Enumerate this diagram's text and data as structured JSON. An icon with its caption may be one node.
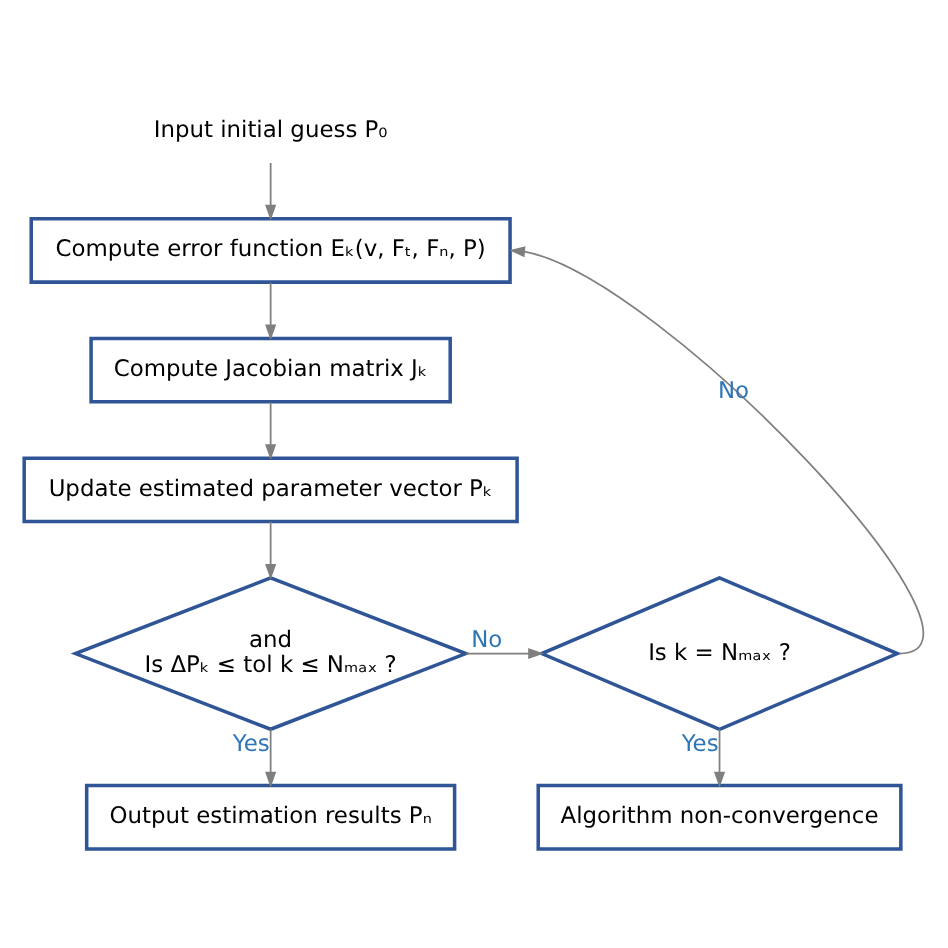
{
  "diagram": {
    "nodes": [
      {
        "text": [
          "Input initial guess P₀"
        ]
      },
      {
        "text": [
          "Compute error function Eₖ(v, Fₜ, Fₙ, P)"
        ]
      },
      {
        "text": [
          "Compute Jacobian matrix Jₖ"
        ]
      },
      {
        "text": [
          "Update estimated parameter vector Pₖ"
        ]
      },
      {
        "text": [
          "and",
          "Is ΔPₖ ≤ tol k ≤ Nₘₐₓ ?"
        ]
      },
      {
        "text": [
          "Is k = Nₘₐₓ ?"
        ]
      },
      {
        "text": [
          "Output estimation results Pₙ"
        ]
      },
      {
        "text": [
          "Algorithm non-convergence"
        ]
      }
    ],
    "edges": [
      {
        "from": 0,
        "to": 1,
        "arrow": "to"
      },
      {
        "from": 1,
        "to": 2,
        "arrow": "to"
      },
      {
        "from": 2,
        "to": 3,
        "arrow": "to"
      },
      {
        "from": 3,
        "to": 4,
        "arrow": "to"
      },
      {
        "from": 4,
        "to": 5,
        "arrow": "to",
        "label": "No"
      },
      {
        "from": 4,
        "to": 6,
        "arrow": "to",
        "label": "Yes"
      },
      {
        "from": 5,
        "to": 7,
        "arrow": "to",
        "label": "Yes"
      },
      {
        "from": 5,
        "to": 1,
        "arrow": "to",
        "label": "No"
      }
    ]
  }
}
